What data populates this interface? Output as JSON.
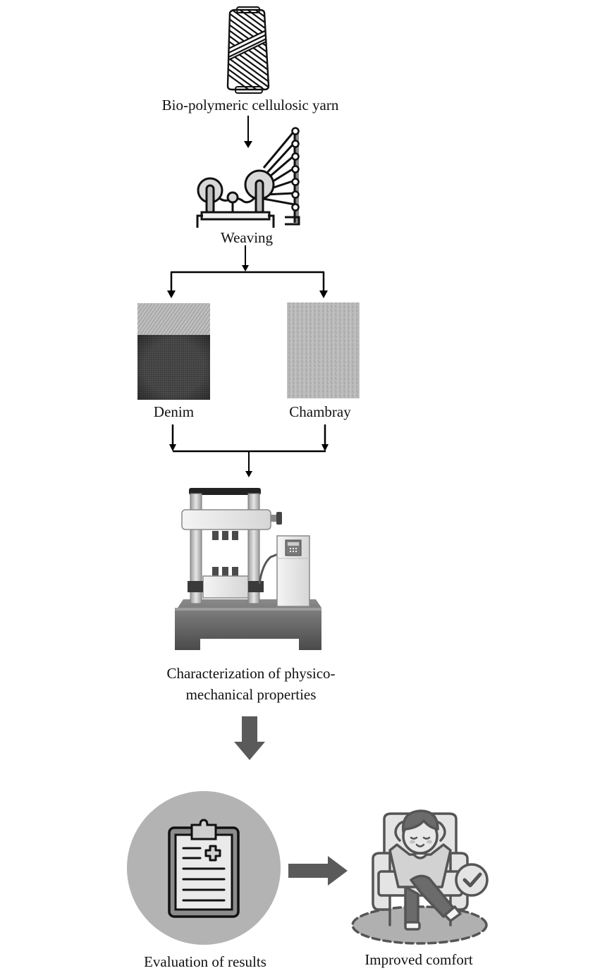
{
  "title": "Process flow: bio-polymeric cellulosic yarn to improved comfort",
  "colors": {
    "line": "#000000",
    "big_arrow": "#5a5a5a",
    "circle_bg": "#b3b3b3",
    "denim_light": "#bdbdbd",
    "denim_dark": "#3e3e3e",
    "chambray": "#b4b4b4"
  },
  "steps": {
    "yarn": {
      "label": "Bio-polymeric cellulosic yarn",
      "icon": "yarn-cone-icon"
    },
    "weaving": {
      "label": "Weaving",
      "icon": "loom-icon"
    },
    "denim": {
      "label": "Denim",
      "icon": "denim-fabric-swatch"
    },
    "chambray": {
      "label": "Chambray",
      "icon": "chambray-fabric-swatch"
    },
    "characterization": {
      "label_line1": "Characterization of physico-",
      "label_line2": "mechanical properties",
      "icon": "tensile-testing-machine-icon"
    },
    "evaluation": {
      "label": "Evaluation of results",
      "icon": "clipboard-icon"
    },
    "comfort": {
      "label": "Improved comfort",
      "icon": "relaxed-person-armchair-icon"
    }
  }
}
